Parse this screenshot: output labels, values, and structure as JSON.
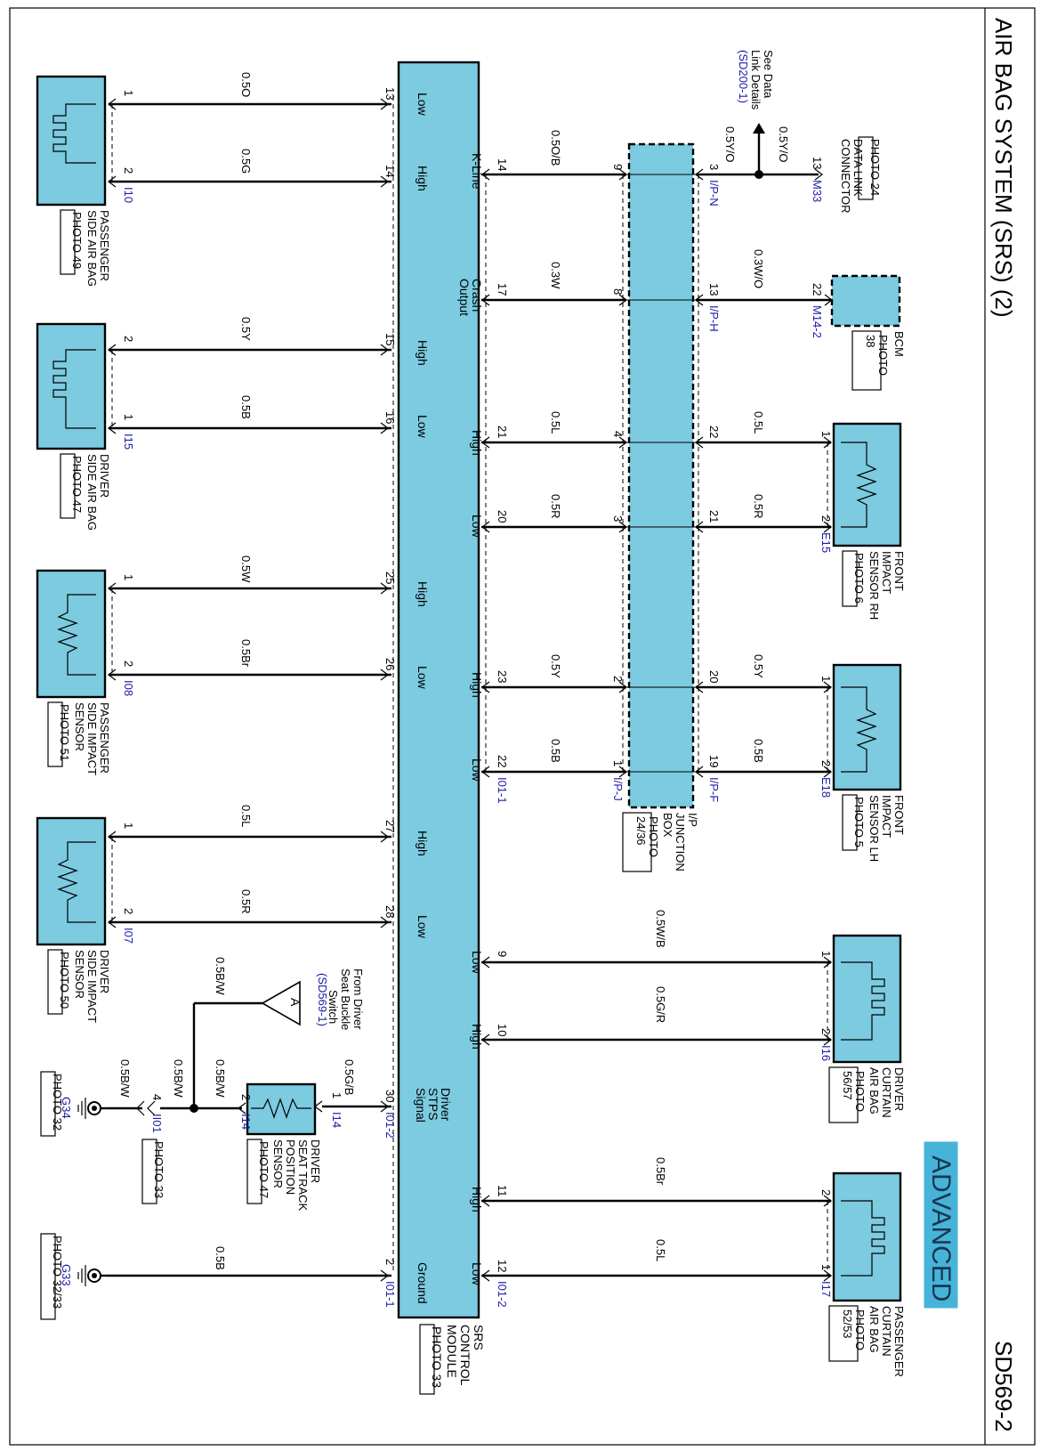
{
  "page": {
    "title": "AIR BAG SYSTEM (SRS) (2)",
    "code": "SD569-2",
    "advanced": "ADVANCED",
    "colors": {
      "component": "#7ccbe0",
      "banner": "#46b4d8",
      "ref": "#1a1aa8"
    }
  },
  "srs": {
    "lines": [
      "SRS",
      "CONTROL",
      "MODULE"
    ],
    "photo": "PHOTO 33",
    "pins_left": {
      "p13": "Low",
      "p14": "High",
      "p15": "High",
      "p16": "Low",
      "p25": "High",
      "p26": "Low",
      "p27": "High",
      "p28": "Low",
      "p30": [
        "Driver",
        "STPS",
        "Signal"
      ],
      "p2": "Ground"
    },
    "pins_right": {
      "kline": "K-Line",
      "crash": [
        "Crash",
        "Output"
      ],
      "p21": "High",
      "p20": "Low",
      "p23": "High",
      "p22": "Low",
      "p9": "Low",
      "p10": "High",
      "p11": "High",
      "p12": "Low"
    }
  },
  "wires": {
    "w13": {
      "pin_a": "13",
      "pin_b": "1",
      "color": "0.5O"
    },
    "w14": {
      "pin_a": "14",
      "pin_b": "2",
      "color": "0.5G"
    },
    "w15": {
      "pin_a": "15",
      "pin_b": "2",
      "color": "0.5Y"
    },
    "w16": {
      "pin_a": "16",
      "pin_b": "1",
      "color": "0.5B"
    },
    "w25": {
      "pin_a": "25",
      "pin_b": "1",
      "color": "0.5W"
    },
    "w26": {
      "pin_a": "26",
      "pin_b": "2",
      "color": "0.5Br"
    },
    "w27": {
      "pin_a": "27",
      "pin_b": "1",
      "color": "0.5L"
    },
    "w28": {
      "pin_a": "28",
      "pin_b": "2",
      "color": "0.5R"
    },
    "w30": {
      "pin_a": "30",
      "pin_b": "1",
      "color": "0.5G/B"
    },
    "wgnd": {
      "pin_a": "2",
      "color": "0.5B"
    },
    "sensor_out": {
      "pin": "2",
      "color": "0.5B/W"
    },
    "stps_feed": {
      "color": "0.5B/W"
    },
    "g34_wire": {
      "pin": "4",
      "color": "0.5B/W",
      "connector_color": "0.5B/W"
    },
    "kline_left": {
      "pin_a": "14",
      "pin_b": "9",
      "color": "0.5O/B"
    },
    "kline_right": {
      "pin_a": "3",
      "pin_b": "13",
      "color": "0.5Y/O",
      "branch_color": "0.5Y/O"
    },
    "crash_left": {
      "pin_a": "17",
      "pin_b": "8",
      "color": "0.3W"
    },
    "crash_right": {
      "pin_a": "13",
      "pin_b": "22",
      "color": "0.3W/O"
    },
    "frh_high_left": {
      "pin_a": "21",
      "pin_b": "4",
      "color": "0.5L"
    },
    "frh_high_right": {
      "pin_a": "22",
      "pin_b": "1",
      "color": "0.5L"
    },
    "frh_low_left": {
      "pin_a": "20",
      "pin_b": "3",
      "color": "0.5R"
    },
    "frh_low_right": {
      "pin_a": "21",
      "pin_b": "2",
      "color": "0.5R"
    },
    "flh_high_left": {
      "pin_a": "23",
      "pin_b": "2",
      "color": "0.5Y"
    },
    "flh_high_right": {
      "pin_a": "20",
      "pin_b": "1",
      "color": "0.5Y"
    },
    "flh_low_left": {
      "pin_a": "22",
      "pin_b": "1",
      "color": "0.5B"
    },
    "flh_low_right": {
      "pin_a": "19",
      "pin_b": "2",
      "color": "0.5B"
    },
    "dca_low": {
      "pin_a": "9",
      "pin_b": "1",
      "color": "0.5W/B"
    },
    "dca_high": {
      "pin_a": "10",
      "pin_b": "2",
      "color": "0.5G/R"
    },
    "pca_high": {
      "pin_a": "11",
      "pin_b": "2",
      "color": "0.5Br"
    },
    "pca_low": {
      "pin_a": "12",
      "pin_b": "1",
      "color": "0.5L"
    }
  },
  "refs": {
    "i10": "I10",
    "i15": "I15",
    "i08": "I08",
    "i07": "I07",
    "i14a": "I14",
    "i14b": "I14",
    "ii01": "II01",
    "i01_2_left": "I01-2",
    "i01_1_left": "I01-1",
    "i01_1_right": "I01-1",
    "i01_2_right": "I01-2",
    "ipn": "I/P-N",
    "iph": "I/P-H",
    "ipj": "I/P-J",
    "ipf": "I/P-F",
    "m33": "M33",
    "m14_2": "M14-2",
    "e15": "E15",
    "e18": "E18",
    "i16": "I16",
    "i17": "I17",
    "g34": "G34",
    "g33": "G33",
    "sd200": "(SD200-1)",
    "sd569": "(SD569-1)"
  },
  "components": {
    "psab": {
      "lines": [
        "PASSENGER",
        "SIDE AIR BAG"
      ],
      "photo": "PHOTO 49"
    },
    "dsab": {
      "lines": [
        "DRIVER",
        "SIDE AIR BAG"
      ],
      "photo": "PHOTO 47"
    },
    "psis": {
      "lines": [
        "PASSENGER",
        "SIDE IMPACT",
        "SENSOR"
      ],
      "photo": "PHOTO 51"
    },
    "dsis": {
      "lines": [
        "DRIVER",
        "SIDE IMPACT",
        "SENSOR"
      ],
      "photo": "PHOTO 50"
    },
    "dstp": {
      "lines": [
        "DRIVER",
        "SEAT TRACK",
        "POSITION",
        "SENSOR"
      ],
      "photo": "PHOTO 47"
    },
    "fisrh": {
      "lines": [
        "FRONT",
        "IMPACT",
        "SENSOR RH"
      ],
      "photo": "PHOTO 6"
    },
    "fislh": {
      "lines": [
        "FRONT",
        "IMPACT",
        "SENSOR LH"
      ],
      "photo": "PHOTO 5"
    },
    "dcab": {
      "lines": [
        "DRIVER",
        "CURTAIN",
        "AIR BAG"
      ],
      "photo_lines": [
        "PHOTO",
        "56/57"
      ]
    },
    "pcab": {
      "lines": [
        "PASSENGER",
        "CURTAIN",
        "AIR BAG"
      ],
      "photo_lines": [
        "PHOTO",
        "52/53"
      ]
    },
    "bcm": {
      "label": "BCM",
      "photo_lines": [
        "PHOTO",
        "38"
      ]
    },
    "dlc": {
      "lines": [
        "DATA LINK",
        "CONNECTOR"
      ],
      "photo": "PHOTO 24"
    },
    "ipjb": {
      "lines": [
        "I/P",
        "JUNCTION",
        "BOX"
      ],
      "photo_lines": [
        "PHOTO",
        "24/36"
      ]
    },
    "see_data": {
      "lines": [
        "See Data",
        "Link Details"
      ]
    },
    "from_driver": {
      "lines": [
        "From Driver",
        "Seat Buckle",
        "Switch"
      ],
      "tag": "A"
    },
    "g34_photo": "PHOTO 32",
    "g33_photo": "PHOTO 32/33",
    "ii01_photo": "PHOTO 33"
  }
}
